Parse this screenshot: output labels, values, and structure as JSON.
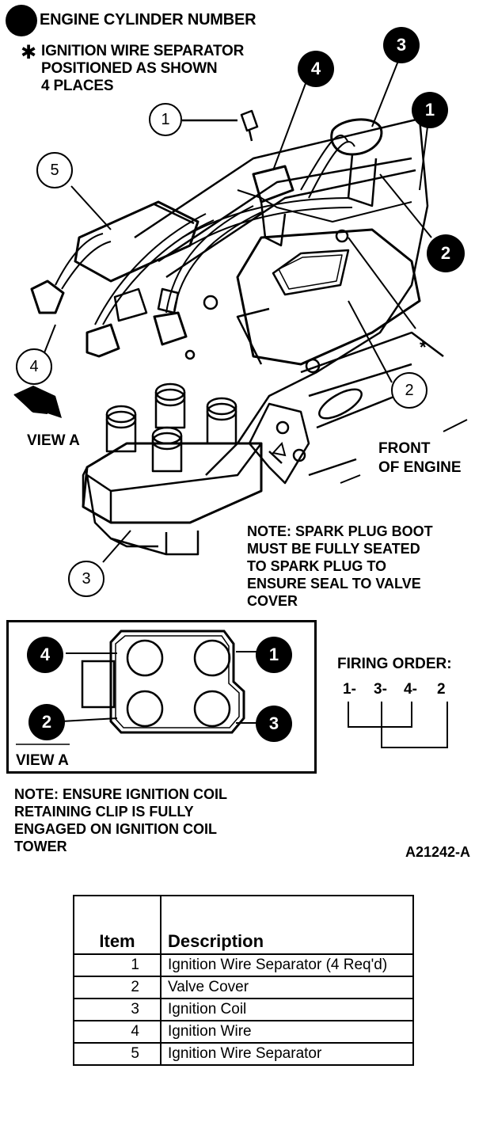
{
  "legend": {
    "cylinder_number_label": "ENGINE CYLINDER NUMBER",
    "separator_line1": "IGNITION WIRE SEPARATOR",
    "separator_line2": "POSITIONED AS SHOWN",
    "separator_line3": "4 PLACES"
  },
  "callouts": {
    "c1_top": "1",
    "c4_top": "4",
    "c3_top": "3",
    "c1_right": "1",
    "c5_left": "5",
    "c2_right_filled": "2",
    "c4_left": "4",
    "c2_mid": "2",
    "c3_bottom": "3",
    "asterisk": "*"
  },
  "labels": {
    "view_a": "VIEW A",
    "front_line1": "FRONT",
    "front_line2": "OF ENGINE"
  },
  "note_spark_plug": [
    "NOTE: SPARK PLUG BOOT",
    "MUST BE FULLY SEATED",
    "TO SPARK PLUG TO",
    "ENSURE SEAL TO VALVE",
    "COVER"
  ],
  "view_a_box": {
    "caption": "VIEW A",
    "cyl_top_left": "4",
    "cyl_top_right": "1",
    "cyl_bottom_left": "2",
    "cyl_bottom_right": "3"
  },
  "firing_order": {
    "title": "FIRING ORDER:",
    "sequence": [
      "1-",
      "3-",
      "4-",
      "2"
    ]
  },
  "note_coil": [
    "NOTE: ENSURE IGNITION COIL",
    "RETAINING CLIP IS FULLY",
    "ENGAGED ON IGNITION COIL",
    "TOWER"
  ],
  "figure_id": "A21242-A",
  "table": {
    "headers": {
      "item": "Item",
      "description": "Description"
    },
    "rows": [
      {
        "item": "1",
        "description": "Ignition Wire Separator (4 Req'd)"
      },
      {
        "item": "2",
        "description": "Valve Cover"
      },
      {
        "item": "3",
        "description": "Ignition Coil"
      },
      {
        "item": "4",
        "description": "Ignition Wire"
      },
      {
        "item": "5",
        "description": "Ignition Wire Separator"
      }
    ]
  }
}
